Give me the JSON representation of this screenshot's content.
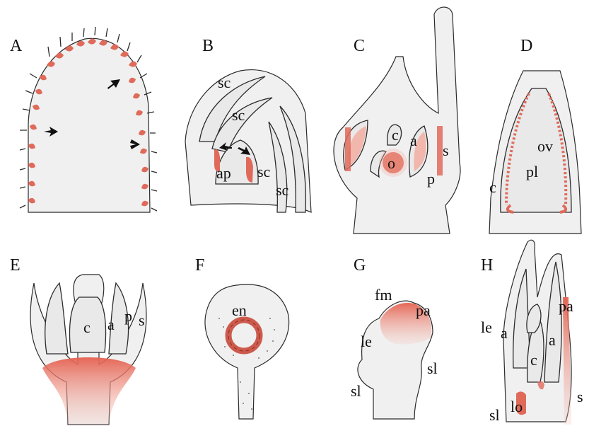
{
  "panels": [
    {
      "letter": "A",
      "labels": []
    },
    {
      "letter": "B",
      "labels": [
        "sc",
        "sc",
        "ap",
        "sc",
        "sc"
      ]
    },
    {
      "letter": "C",
      "labels": [
        "c",
        "a",
        "s",
        "o",
        "p"
      ]
    },
    {
      "letter": "D",
      "labels": [
        "ov",
        "pl",
        "c"
      ]
    },
    {
      "letter": "E",
      "labels": [
        "c",
        "a",
        "p",
        "s"
      ]
    },
    {
      "letter": "F",
      "labels": [
        "en"
      ]
    },
    {
      "letter": "G",
      "labels": [
        "fm",
        "pa",
        "le",
        "sl",
        "sl"
      ]
    },
    {
      "letter": "H",
      "labels": [
        "le",
        "a",
        "pa",
        "a",
        "c",
        "s",
        "sl",
        "lo"
      ]
    }
  ],
  "colors": {
    "stain": "#e06a5a",
    "stain_light": "#f2b7ac",
    "tissue": "#e9e9ea",
    "outline": "#2b2b2b"
  }
}
